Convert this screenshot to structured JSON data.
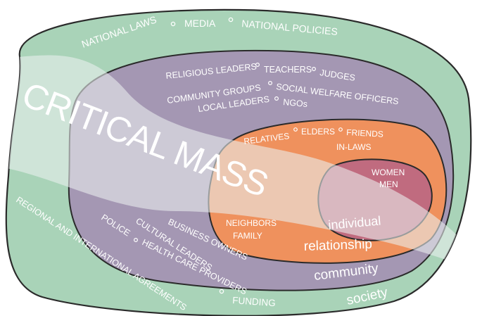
{
  "colors": {
    "society": "#a9d3b8",
    "community": "#a497b3",
    "relationship": "#ef915d",
    "individual": "#c06b7f",
    "outline": "#2a2a2a",
    "band": "#eaf0f0",
    "text": "#ffffff"
  },
  "diagram": {
    "banner": "CRITICAL MASS",
    "levels": {
      "society": {
        "name": "society",
        "top_items": [
          "NATIONAL LAWS",
          "MEDIA",
          "NATIONAL POLICIES"
        ],
        "bottom_items": [
          "REGIONAL AND INTERNATIONAL AGREEMENTS",
          "FUNDING"
        ]
      },
      "community": {
        "name": "community",
        "row1": [
          "RELIGIOUS LEADERS",
          "TEACHERS",
          "JUDGES"
        ],
        "row2": [
          "COMMUNITY GROUPS",
          "SOCIAL WELFARE OFFICERS"
        ],
        "row3": [
          "LOCAL LEADERS",
          "NGOs"
        ],
        "lower": [
          "BUSINESS OWNERS",
          "CULTURAL LEADERS",
          "POLICE",
          "HEALTH CARE PROVIDERS"
        ]
      },
      "relationship": {
        "name": "relationship",
        "top": [
          "RELATIVES",
          "ELDERS",
          "FRIENDS"
        ],
        "inlaws": "IN-LAWS",
        "neighbors": "NEIGHBORS",
        "family": "FAMILY"
      },
      "individual": {
        "name": "individual",
        "women": "WOMEN",
        "men": "MEN"
      }
    }
  }
}
